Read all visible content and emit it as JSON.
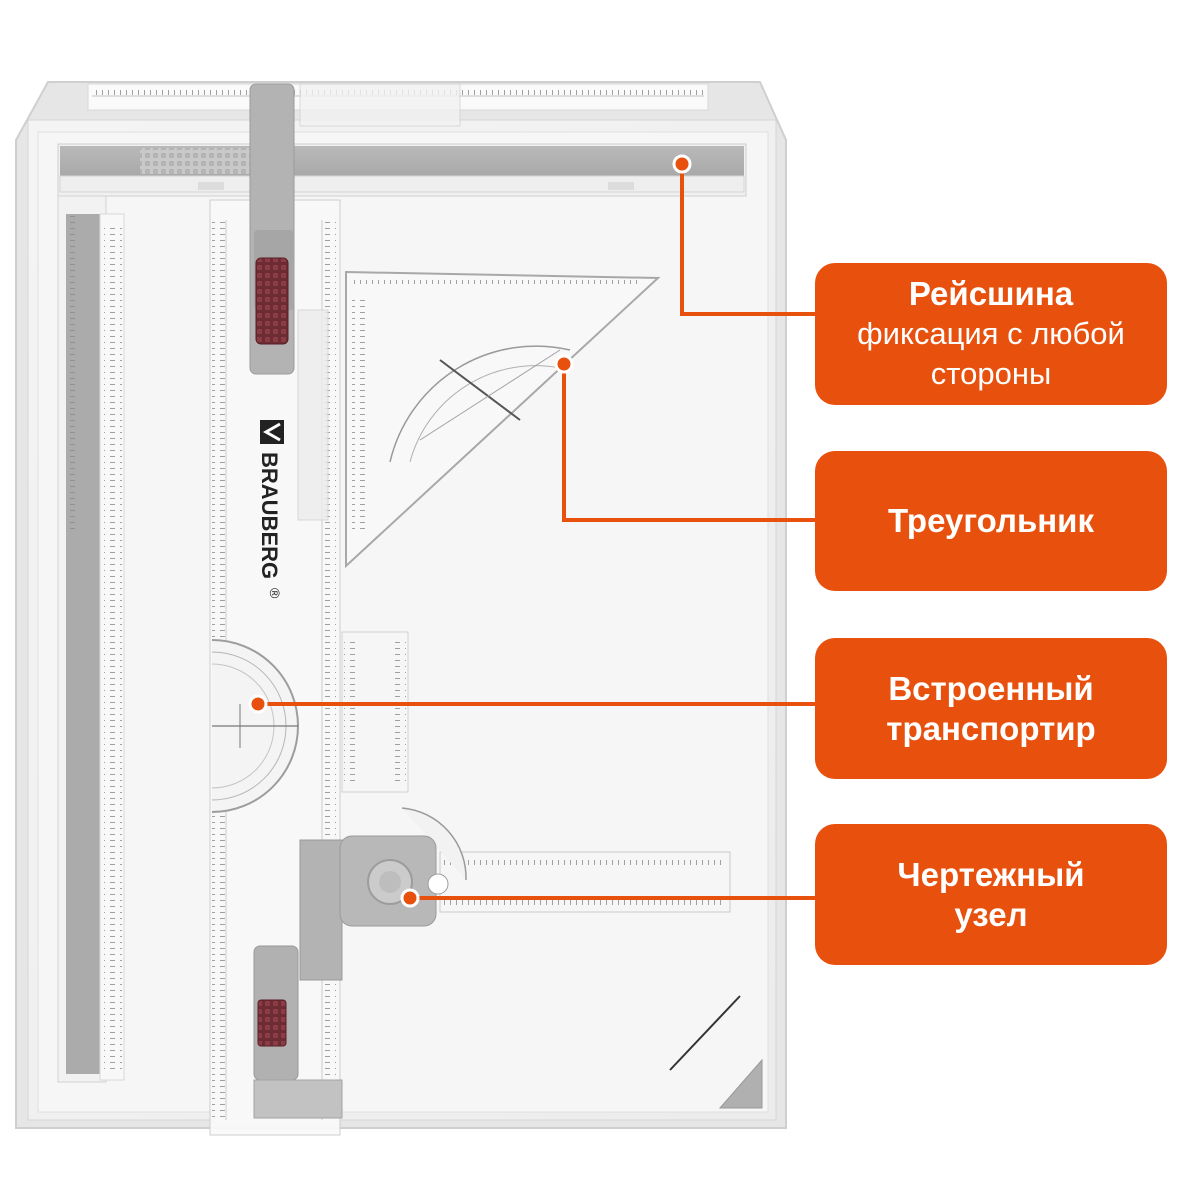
{
  "accent": "#E8500E",
  "brand": {
    "name": "BRAUBERG",
    "mark": "®"
  },
  "callouts": [
    {
      "id": "rail",
      "title": "Рейсшина",
      "subtitle": "фиксация с любой стороны"
    },
    {
      "id": "triangle",
      "title": "Треугольник",
      "subtitle": ""
    },
    {
      "id": "protractor",
      "title": "Встроенный транспортир",
      "subtitle": ""
    },
    {
      "id": "drafting-head",
      "title": "Чертежный узел",
      "subtitle": ""
    }
  ]
}
